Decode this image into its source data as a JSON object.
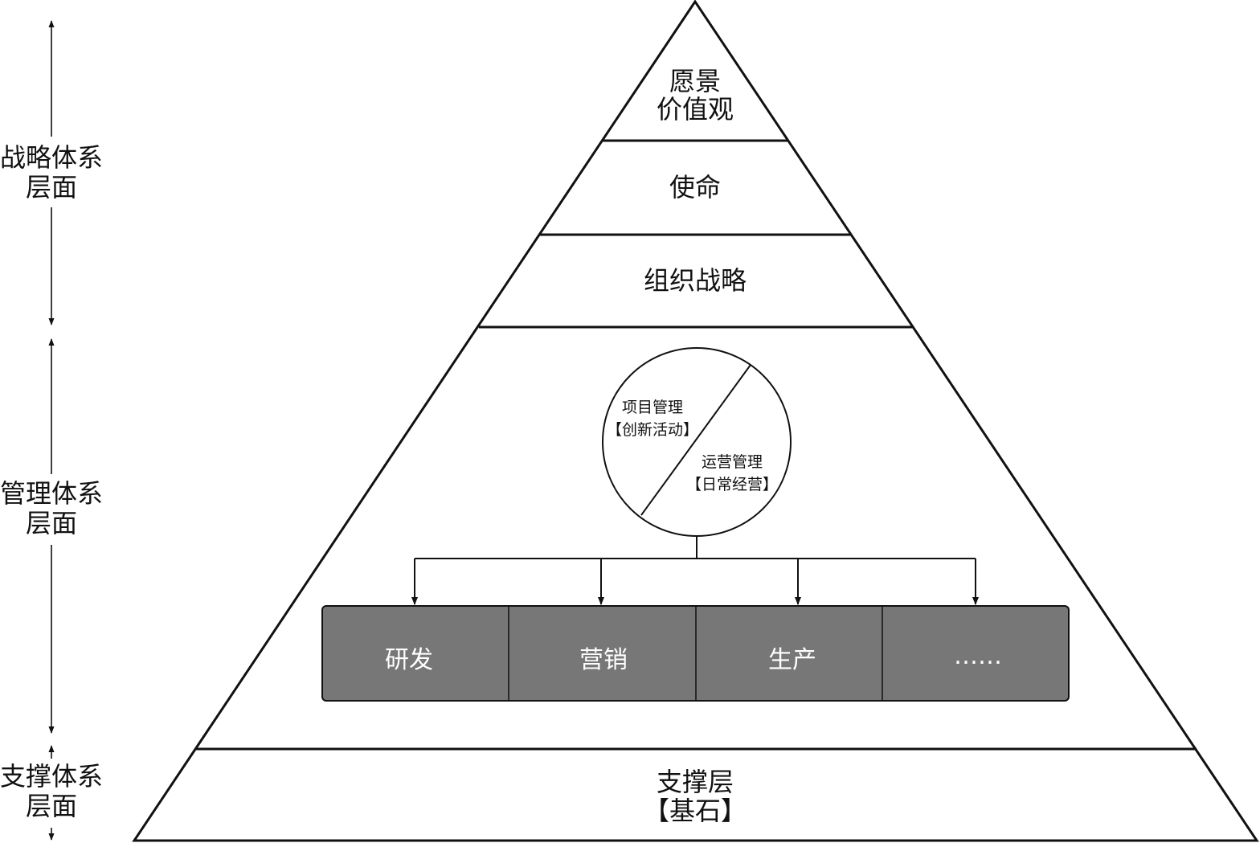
{
  "side_labels": {
    "strategy": [
      "战略体系",
      "层面"
    ],
    "management": [
      "管理体系",
      "层面"
    ],
    "support": [
      "支撑体系",
      "层面"
    ]
  },
  "pyramid": {
    "vision": [
      "愿景",
      "价值观"
    ],
    "mission": "使命",
    "org_strategy": "组织战略",
    "support": [
      "支撑层",
      "【基石】"
    ]
  },
  "circle": {
    "project": [
      "项目管理",
      "【创新活动】"
    ],
    "operation": [
      "运营管理",
      "【日常经营】"
    ]
  },
  "departments": [
    "研发",
    "营销",
    "生产",
    "……"
  ],
  "colors": {
    "line": "#111111",
    "department_fill": "#777777",
    "department_text": "#ffffff"
  }
}
